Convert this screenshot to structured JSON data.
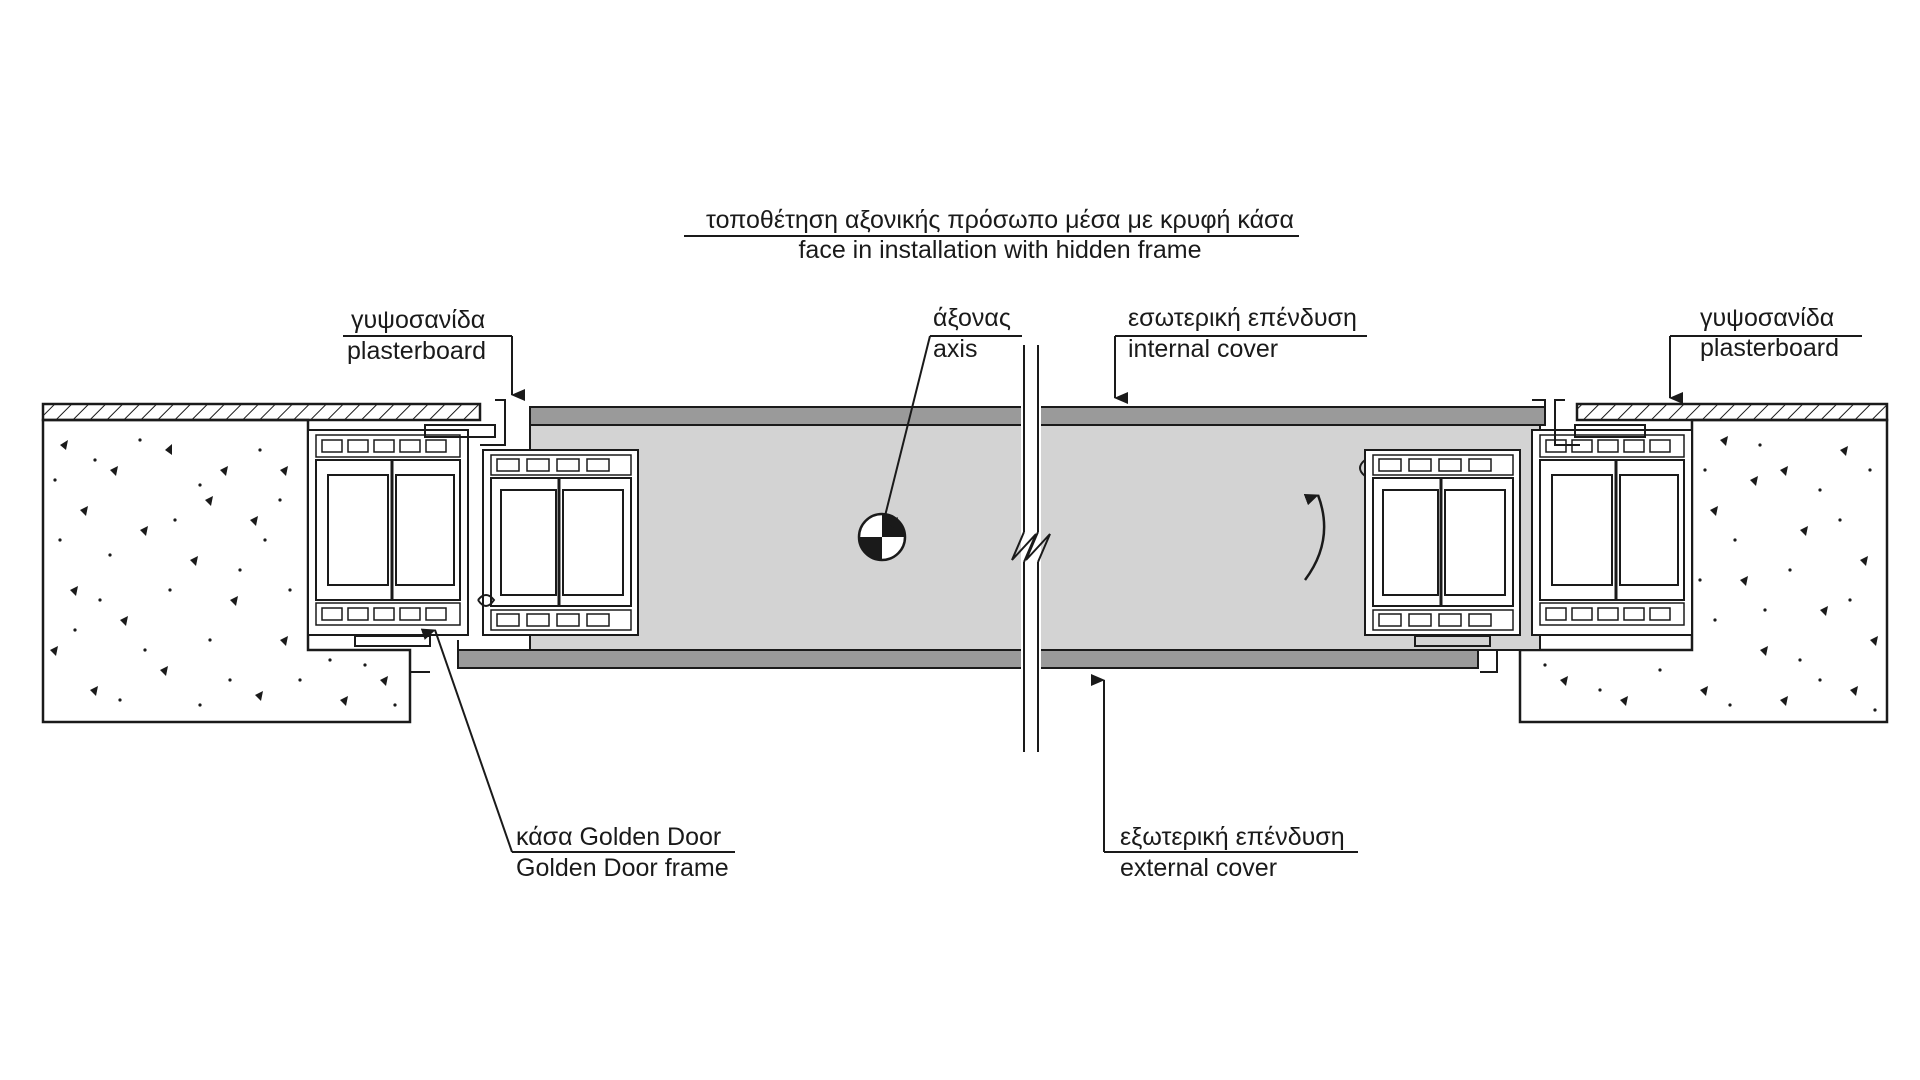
{
  "title": {
    "greek": "τοποθέτηση αξονικής πρόσωπο μέσα με κρυφή κάσα",
    "english": "face in installation with hidden frame"
  },
  "labels": {
    "plasterboard_left": {
      "greek": "γυψοσανίδα",
      "english": "plasterboard"
    },
    "axis": {
      "greek": "άξονας",
      "english": "axis"
    },
    "internal_cover": {
      "greek": "εσωτερική επένδυση",
      "english": "internal cover"
    },
    "plasterboard_right": {
      "greek": "γυψοσανίδα",
      "english": "plasterboard"
    },
    "frame": {
      "greek": "κάσα Golden Door",
      "english": "Golden Door frame"
    },
    "external_cover": {
      "greek": "εξωτερική επένδυση",
      "english": "external cover"
    }
  },
  "colors": {
    "line": "#1a1a1a",
    "panel_fill": "#d3d3d3",
    "cover_fill": "#9a9a9a",
    "background": "#ffffff"
  }
}
